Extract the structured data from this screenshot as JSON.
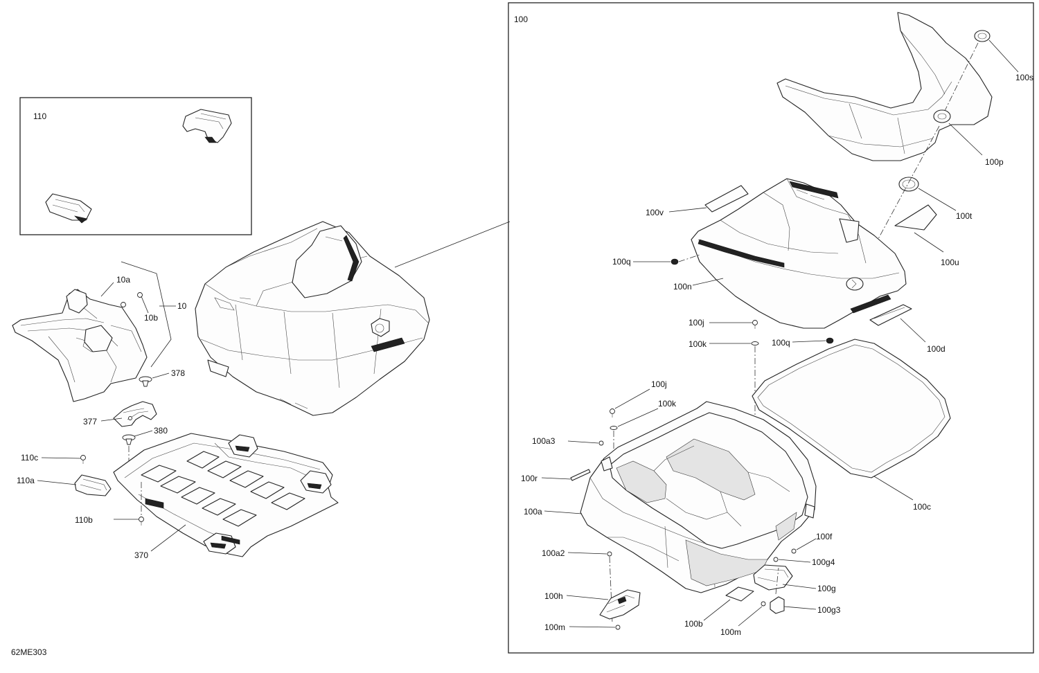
{
  "figure_code": "62ME303",
  "inset_110": {
    "label": "110"
  },
  "inset_100": {
    "label": "100"
  },
  "callouts": {
    "c10a": "10a",
    "c10b": "10b",
    "c10": "10",
    "c378": "378",
    "c377": "377",
    "c380": "380",
    "c110c": "110c",
    "c110a": "110a",
    "c110b": "110b",
    "c370": "370",
    "c100s": "100s",
    "c100p": "100p",
    "c100t": "100t",
    "c100v": "100v",
    "c100u": "100u",
    "c100q_top": "100q",
    "c100n": "100n",
    "c100j_top": "100j",
    "c100k_top": "100k",
    "c100q_bottom": "100q",
    "c100d": "100d",
    "c100j": "100j",
    "c100k": "100k",
    "c100a3": "100a3",
    "c100r": "100r",
    "c100a": "100a",
    "c100c": "100c",
    "c100f": "100f",
    "c100g4": "100g4",
    "c100a2": "100a2",
    "c100g": "100g",
    "c100h": "100h",
    "c100g3": "100g3",
    "c100b": "100b",
    "c100m_left": "100m",
    "c100m_right": "100m"
  }
}
